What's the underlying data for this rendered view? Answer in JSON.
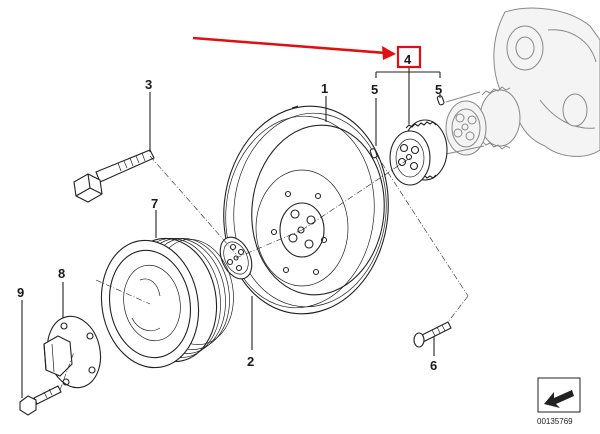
{
  "callouts": {
    "c1": "1",
    "c2": "2",
    "c3": "3",
    "c4": "4",
    "c5a": "5",
    "c5b": "5",
    "c6": "6",
    "c7": "7",
    "c8": "8",
    "c9": "9"
  },
  "diagram_code": "00135769",
  "highlight_color": "#e01010"
}
